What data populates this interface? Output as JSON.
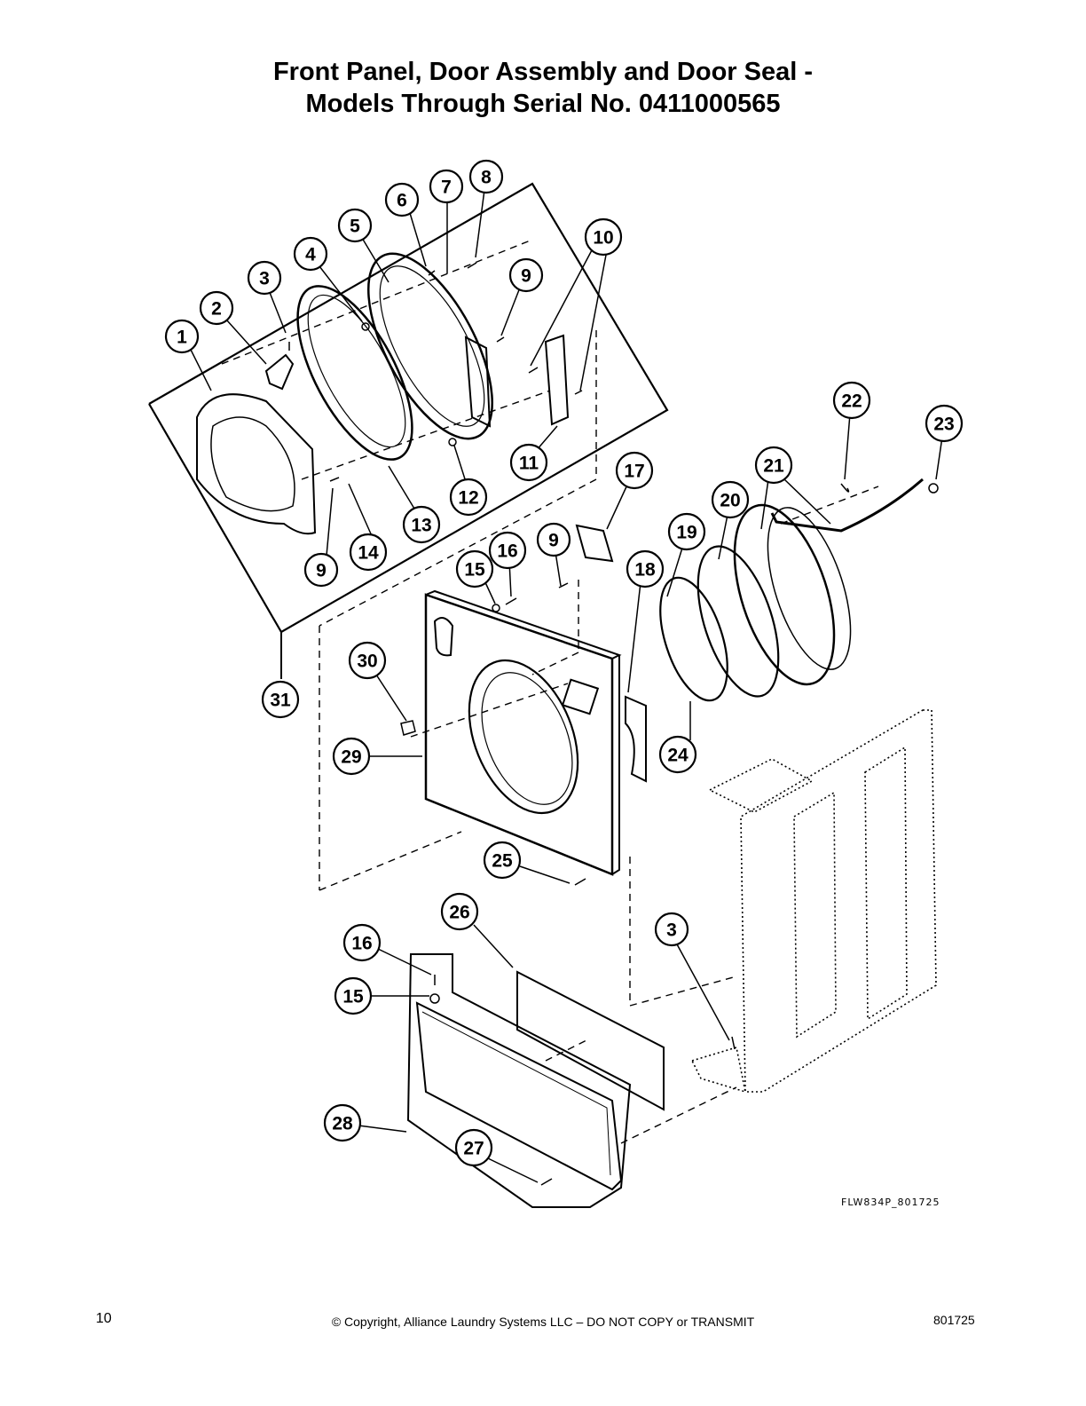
{
  "title_line1": "Front Panel, Door Assembly and Door Seal -",
  "title_line2": "Models Through Serial No. 0411000565",
  "callouts": [
    "1",
    "2",
    "3",
    "4",
    "5",
    "6",
    "7",
    "8",
    "9",
    "10",
    "11",
    "12",
    "13",
    "9",
    "14",
    "31",
    "15",
    "16",
    "9",
    "17",
    "18",
    "19",
    "20",
    "21",
    "22",
    "23",
    "24",
    "30",
    "29",
    "25",
    "26",
    "3",
    "16",
    "15",
    "28",
    "27"
  ],
  "drawing_code": "FLW834P_801725",
  "footer": {
    "page_number": "10",
    "copyright": "© Copyright, Alliance Laundry Systems LLC – DO NOT COPY or TRANSMIT",
    "doc_number": "801725"
  }
}
